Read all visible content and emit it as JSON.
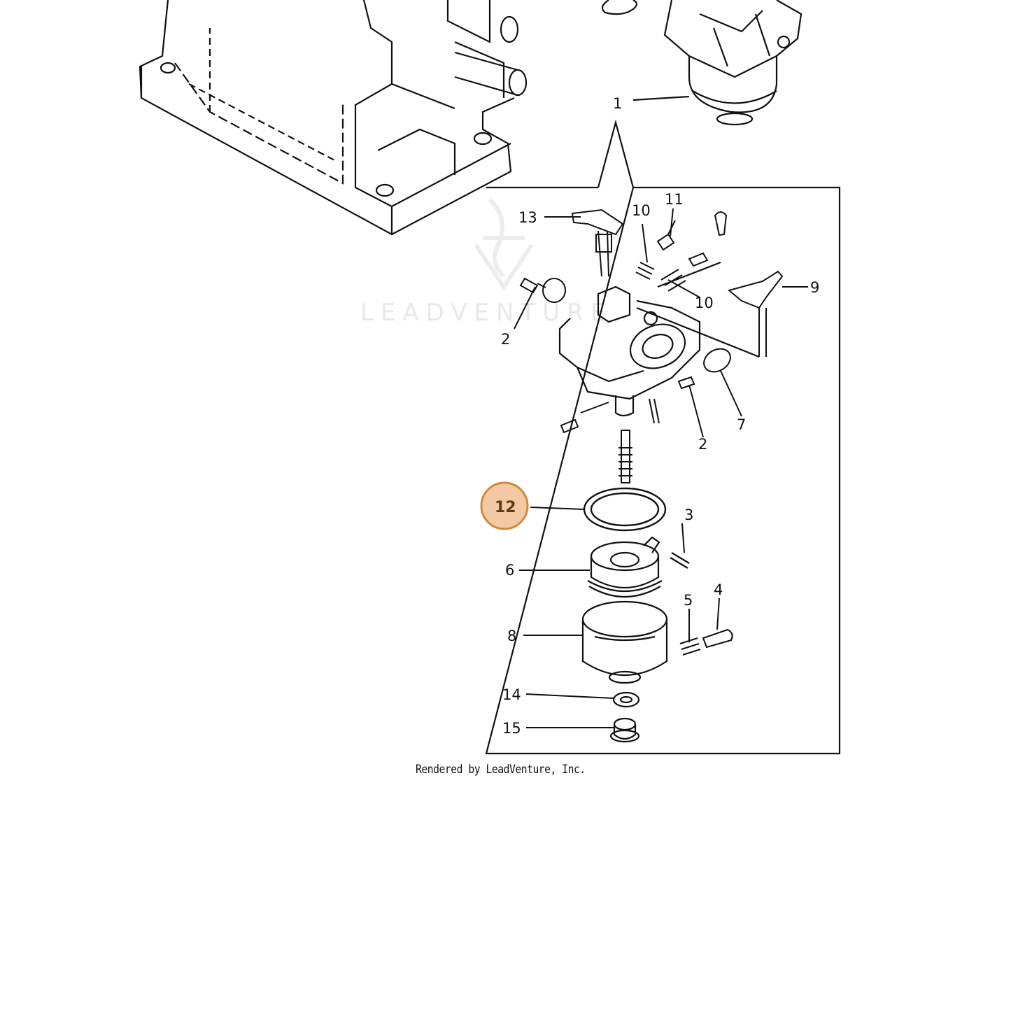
{
  "callouts": [
    {
      "id": "1",
      "label": "1",
      "selected": false
    },
    {
      "id": "2a",
      "label": "2",
      "selected": false
    },
    {
      "id": "2b",
      "label": "2",
      "selected": false
    },
    {
      "id": "3",
      "label": "3",
      "selected": false
    },
    {
      "id": "4",
      "label": "4",
      "selected": false
    },
    {
      "id": "5",
      "label": "5",
      "selected": false
    },
    {
      "id": "6",
      "label": "6",
      "selected": false
    },
    {
      "id": "7",
      "label": "7",
      "selected": false
    },
    {
      "id": "8",
      "label": "8",
      "selected": false
    },
    {
      "id": "9",
      "label": "9",
      "selected": false
    },
    {
      "id": "10a",
      "label": "10",
      "selected": false
    },
    {
      "id": "10b",
      "label": "10",
      "selected": false
    },
    {
      "id": "11",
      "label": "11",
      "selected": false
    },
    {
      "id": "12",
      "label": "12",
      "selected": true
    },
    {
      "id": "13",
      "label": "13",
      "selected": false
    },
    {
      "id": "14",
      "label": "14",
      "selected": false
    },
    {
      "id": "15",
      "label": "15",
      "selected": false
    }
  ],
  "watermark": "LEADVENTURE",
  "credit": "Rendered by LeadVenture, Inc.",
  "colors": {
    "line": "#111111",
    "highlight_fill": "#f3c9a4",
    "highlight_stroke": "#d4893a",
    "watermark": "#e8e8e8"
  }
}
